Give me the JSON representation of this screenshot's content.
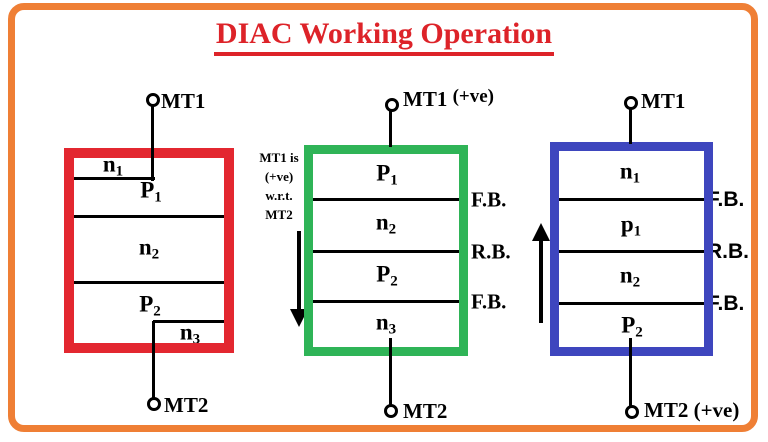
{
  "title": "DIAC Working Operation",
  "colors": {
    "outer_border": "#EF7F35",
    "left_box_border": "#E32730",
    "middle_box_border": "#2FB457",
    "right_box_border": "#3E46BE",
    "title_text": "#DD2329",
    "line": "#000000"
  },
  "left_diagram": {
    "terminal_top": "MT1",
    "terminal_bottom": "MT2",
    "layers": [
      {
        "base": "n",
        "sub": "1"
      },
      {
        "base": "P",
        "sub": "1"
      },
      {
        "base": "n",
        "sub": "2"
      },
      {
        "base": "P",
        "sub": "2"
      },
      {
        "base": "n",
        "sub": "3"
      }
    ]
  },
  "middle_diagram": {
    "terminal_top": "MT1",
    "terminal_top_suffix": "(+ve)",
    "terminal_bottom": "MT2",
    "note_lines": [
      "MT1 is",
      "(+ve)",
      "w.r.t.",
      "MT2"
    ],
    "layers": [
      {
        "base": "P",
        "sub": "1"
      },
      {
        "base": "n",
        "sub": "2"
      },
      {
        "base": "P",
        "sub": "2"
      },
      {
        "base": "n",
        "sub": "3"
      }
    ],
    "junction_labels": [
      "F.B.",
      "R.B.",
      "F.B."
    ]
  },
  "right_diagram": {
    "terminal_top": "MT1",
    "terminal_bottom": "MT2",
    "terminal_bottom_suffix": "(+ve)",
    "layers": [
      {
        "base": "n",
        "sub": "1"
      },
      {
        "base": "p",
        "sub": "1"
      },
      {
        "base": "n",
        "sub": "2"
      },
      {
        "base": "P",
        "sub": "2"
      }
    ],
    "junction_labels": [
      "F.B.",
      "R.B.",
      "F.B."
    ]
  }
}
